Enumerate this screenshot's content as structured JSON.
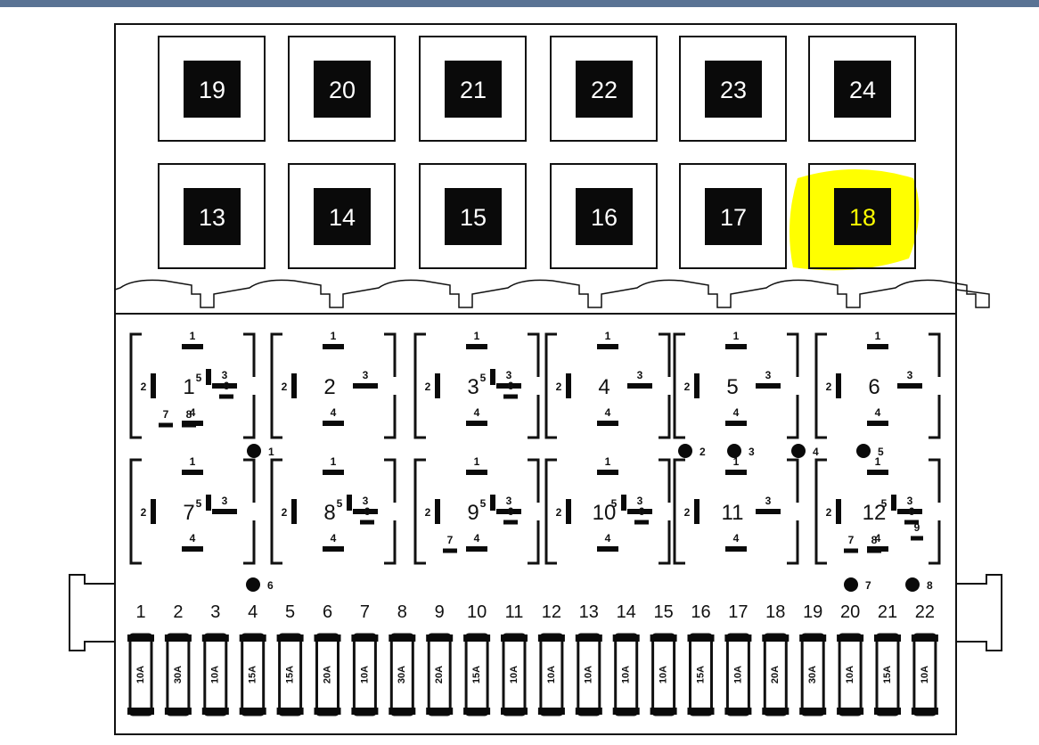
{
  "colors": {
    "line": "#111111",
    "fill": "#0a0a0a",
    "highlight": "#ffff00",
    "titlebar": "#5a7394"
  },
  "top_relays_row1": [
    "19",
    "20",
    "21",
    "22",
    "23",
    "24"
  ],
  "top_relays_row2": [
    "13",
    "14",
    "15",
    "16",
    "17",
    "18"
  ],
  "highlighted_relay": "18",
  "relay_slots": [
    {
      "number": "1",
      "pins": [
        "1",
        "2",
        "3",
        "4",
        "5",
        "6",
        "7",
        "8"
      ]
    },
    {
      "number": "2",
      "pins": [
        "1",
        "2",
        "3",
        "4"
      ]
    },
    {
      "number": "3",
      "pins": [
        "1",
        "2",
        "3",
        "4",
        "5",
        "6"
      ]
    },
    {
      "number": "4",
      "pins": [
        "1",
        "2",
        "3",
        "4"
      ]
    },
    {
      "number": "5",
      "pins": [
        "1",
        "2",
        "3",
        "4"
      ]
    },
    {
      "number": "6",
      "pins": [
        "1",
        "2",
        "3",
        "4"
      ]
    },
    {
      "number": "7",
      "pins": [
        "1",
        "2",
        "3",
        "4",
        "5"
      ]
    },
    {
      "number": "8",
      "pins": [
        "1",
        "2",
        "3",
        "4",
        "5",
        "6"
      ]
    },
    {
      "number": "9",
      "pins": [
        "1",
        "2",
        "3",
        "4",
        "5",
        "6",
        "7"
      ]
    },
    {
      "number": "10",
      "pins": [
        "1",
        "2",
        "3",
        "4",
        "5",
        "6"
      ]
    },
    {
      "number": "11",
      "pins": [
        "1",
        "2",
        "3",
        "4"
      ]
    },
    {
      "number": "12",
      "pins": [
        "1",
        "2",
        "3",
        "4",
        "5",
        "6",
        "7",
        "8",
        "9"
      ]
    }
  ],
  "connector_dots": [
    "1",
    "2",
    "3",
    "4",
    "5",
    "6",
    "7",
    "8"
  ],
  "fuses": [
    {
      "number": "1",
      "rating": "10A"
    },
    {
      "number": "2",
      "rating": "30A"
    },
    {
      "number": "3",
      "rating": "10A"
    },
    {
      "number": "4",
      "rating": "15A"
    },
    {
      "number": "5",
      "rating": "15A"
    },
    {
      "number": "6",
      "rating": "20A"
    },
    {
      "number": "7",
      "rating": "10A"
    },
    {
      "number": "8",
      "rating": "30A"
    },
    {
      "number": "9",
      "rating": "20A"
    },
    {
      "number": "10",
      "rating": "15A"
    },
    {
      "number": "11",
      "rating": "10A"
    },
    {
      "number": "12",
      "rating": "10A"
    },
    {
      "number": "13",
      "rating": "10A"
    },
    {
      "number": "14",
      "rating": "10A"
    },
    {
      "number": "15",
      "rating": "10A"
    },
    {
      "number": "16",
      "rating": "15A"
    },
    {
      "number": "17",
      "rating": "10A"
    },
    {
      "number": "18",
      "rating": "20A"
    },
    {
      "number": "19",
      "rating": "30A"
    },
    {
      "number": "20",
      "rating": "10A"
    },
    {
      "number": "21",
      "rating": "15A"
    },
    {
      "number": "22",
      "rating": "10A"
    }
  ]
}
